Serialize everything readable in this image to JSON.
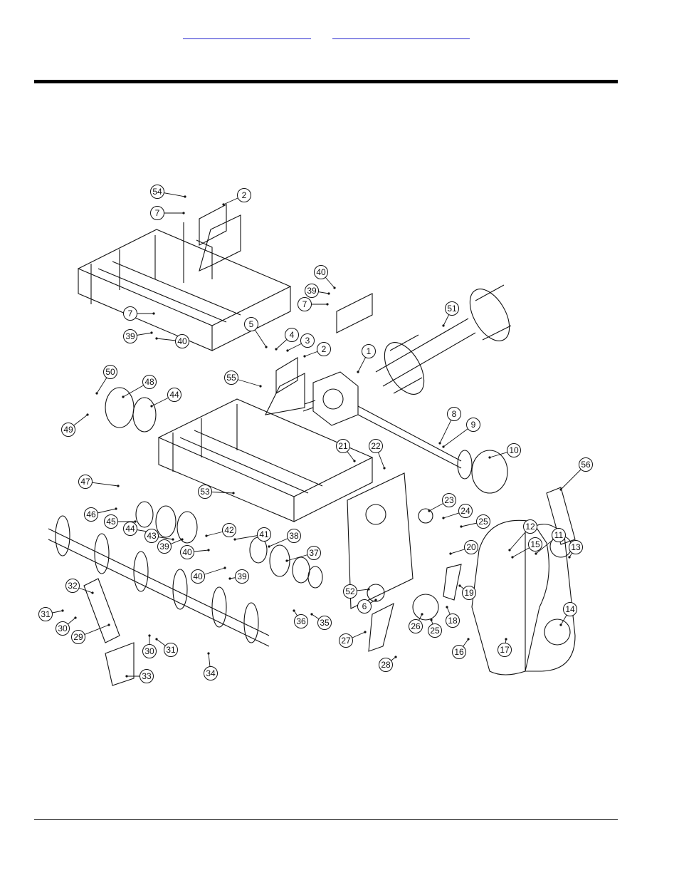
{
  "header": {
    "links": [
      "",
      ""
    ]
  },
  "diagram": {
    "callouts": [
      "54",
      "7",
      "2",
      "40",
      "39",
      "7",
      "7",
      "39",
      "40",
      "5",
      "4",
      "3",
      "2",
      "51",
      "1",
      "50",
      "48",
      "44",
      "55",
      "49",
      "8",
      "9",
      "10",
      "21",
      "22",
      "56",
      "47",
      "53",
      "23",
      "24",
      "25",
      "46",
      "45",
      "44",
      "43",
      "42",
      "41",
      "38",
      "37",
      "12",
      "11",
      "15",
      "13",
      "20",
      "39",
      "40",
      "40",
      "39",
      "32",
      "52",
      "6",
      "19",
      "14",
      "31",
      "30",
      "36",
      "35",
      "26",
      "25",
      "18",
      "29",
      "27",
      "17",
      "16",
      "30",
      "31",
      "28",
      "33",
      "34"
    ]
  }
}
